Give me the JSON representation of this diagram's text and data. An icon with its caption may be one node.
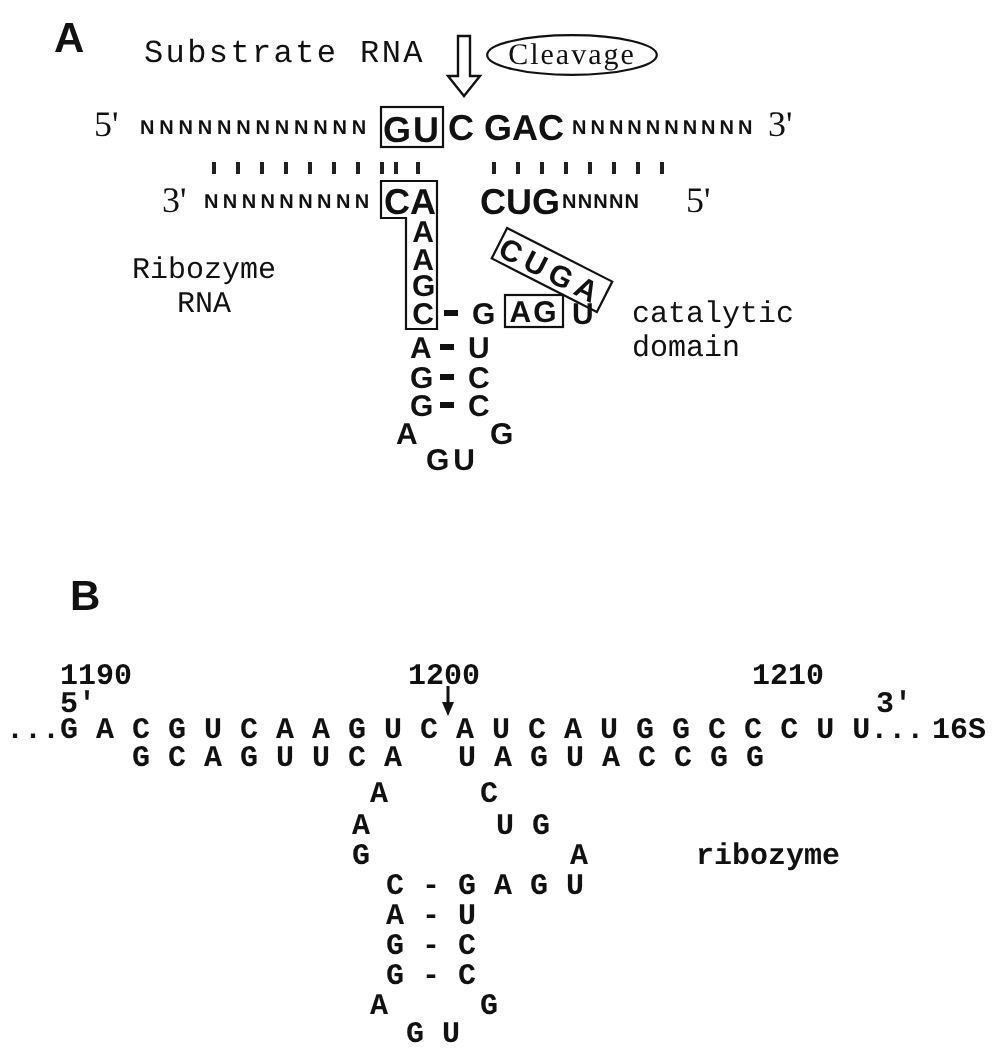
{
  "diagram": {
    "nodes": [
      {
        "text": [
          "Cleavage"
        ]
      },
      {
        "text": [
          "GU"
        ]
      },
      {
        "text": [
          "CA",
          "AAGC"
        ]
      },
      {
        "text": [
          "CUGA"
        ]
      },
      {
        "text": [
          "AG"
        ]
      }
    ],
    "edges": [
      {
        "from": 0,
        "to": 1,
        "arrow": "to"
      }
    ],
    "labels": [
      "A",
      "Substrate RNA",
      "5'",
      "NNNNNNNNNNNN",
      "C",
      "GAC",
      "NNNNNNNNNN",
      "3'",
      "3'",
      "NNNNNNNNN",
      "CUG",
      "NNNNN",
      "5'",
      "Ribozyme RNA",
      "G",
      "U",
      "A",
      "U",
      "catalytic domain",
      "G",
      "C",
      "G",
      "C",
      "A",
      "G",
      "GU",
      "B",
      "1190",
      "1200",
      "1210",
      "5′",
      "3′",
      "...G A C G U C A A G U C A U C A U G G C C C U U...",
      "16S",
      "G C A G U U C A",
      "U A G U A C C G G",
      "A",
      "C",
      "A",
      "U G",
      "G",
      "A",
      "ribozyme",
      "C - G A G U",
      "A - U",
      "G - C",
      "G - C",
      "A",
      "G",
      "G U"
    ]
  }
}
